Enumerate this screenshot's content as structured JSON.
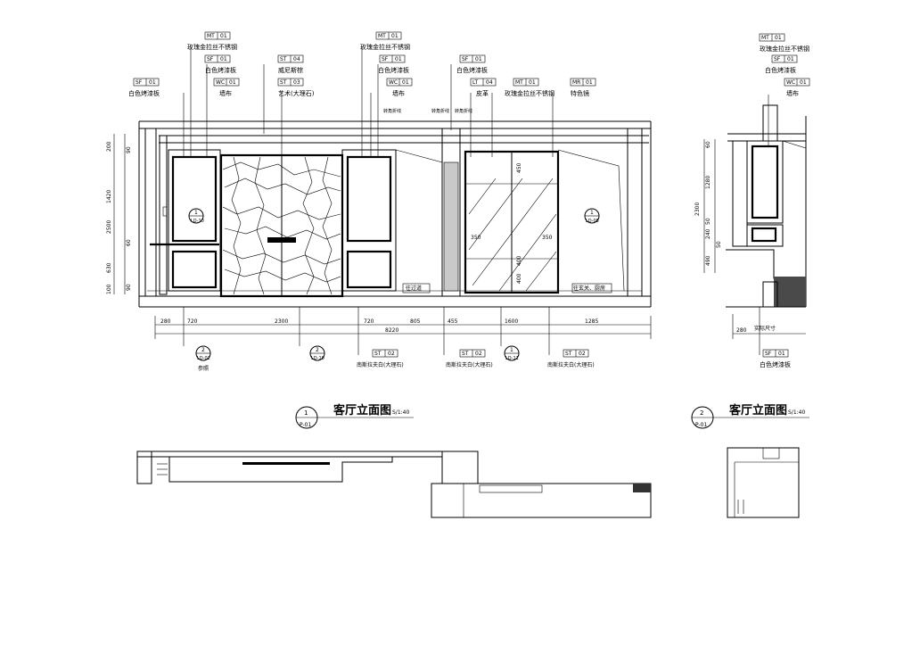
{
  "view1": {
    "title": "客厅立面图",
    "scale": "S/1:40",
    "number": "1",
    "sheet": "P-01",
    "tags": [
      {
        "code": "MT",
        "num": "01",
        "text": "玫瑰金拉丝不锈钢"
      },
      {
        "code": "SF",
        "num": "01",
        "text": "白色烤漆板"
      },
      {
        "code": "WC",
        "num": "01",
        "text": "墙布"
      },
      {
        "code": "SF",
        "num": "01",
        "text": "白色烤漆板"
      },
      {
        "code": "ST",
        "num": "04",
        "text": "威尼斯棕"
      },
      {
        "code": "ST",
        "num": "03",
        "text": "艺术(大理石)"
      },
      {
        "code": "MT",
        "num": "01",
        "text": "玫瑰金拉丝不锈钢"
      },
      {
        "code": "SF",
        "num": "01",
        "text": "白色烤漆板"
      },
      {
        "code": "WC",
        "num": "01",
        "text": "墙布"
      },
      {
        "code": "SF",
        "num": "01",
        "text": "白色烤漆板"
      },
      {
        "code": "LT",
        "num": "04",
        "text": "皮革"
      },
      {
        "code": "MT",
        "num": "01",
        "text": "玫瑰金拉丝不锈钢"
      },
      {
        "code": "MR",
        "num": "01",
        "text": "特色镜"
      }
    ],
    "notes": [
      "转角折线",
      "转角折线",
      "转角折线"
    ],
    "room_labels": [
      "往过道",
      "往玄关、厨房"
    ],
    "callouts": [
      {
        "num": "1",
        "ref": "LD-10"
      },
      {
        "num": "1",
        "ref": "LD-05"
      }
    ],
    "bottom_callouts": [
      {
        "num": "2",
        "ref": "LD-02",
        "text": "参照"
      },
      {
        "num": "2",
        "ref": "LD-10",
        "text": ""
      },
      {
        "num": "1",
        "ref": "LD-11",
        "text": ""
      }
    ],
    "bottom_tags": [
      {
        "code": "ST",
        "num": "02",
        "text": "南斯拉夫白(大理石)"
      },
      {
        "code": "ST",
        "num": "02",
        "text": "南斯拉夫白(大理石)"
      },
      {
        "code": "ST",
        "num": "02",
        "text": "南斯拉夫白(大理石)"
      }
    ],
    "dims_bottom": [
      "280",
      "720",
      "2300",
      "720",
      "805",
      "455",
      "1600",
      "1285"
    ],
    "dim_total": "8220",
    "dims_left": [
      "200",
      "90",
      "1420",
      "2500",
      "60",
      "630",
      "100",
      "90"
    ],
    "dims_inner": [
      "350",
      "350",
      "400",
      "400",
      "450"
    ]
  },
  "view2": {
    "title": "客厅立面图",
    "scale": "S/1:40",
    "number": "2",
    "sheet": "P-01",
    "tags": [
      {
        "code": "MT",
        "num": "01",
        "text": "玫瑰金拉丝不锈钢"
      },
      {
        "code": "SF",
        "num": "01",
        "text": "白色烤漆板"
      },
      {
        "code": "WC",
        "num": "01",
        "text": "墙布"
      }
    ],
    "dims_left": [
      "60",
      "1280",
      "2300",
      "50",
      "240",
      "50",
      "490"
    ],
    "dim_bottom": "280",
    "dim_note": "实际尺寸",
    "bottom_tag": {
      "code": "SF",
      "num": "01",
      "text": "白色烤漆板"
    }
  }
}
